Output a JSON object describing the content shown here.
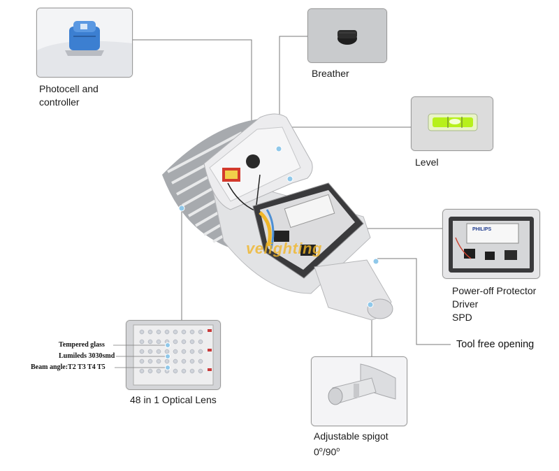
{
  "callouts": {
    "photocell": {
      "lines": [
        "Photocell and",
        "controller"
      ],
      "icon": "photocell-icon"
    },
    "breather": {
      "lines": [
        "Breather"
      ],
      "icon": "breather-icon"
    },
    "level": {
      "lines": [
        "Level"
      ],
      "icon": "level-icon"
    },
    "driver": {
      "lines": [
        "Power-off Protector",
        "Driver",
        "SPD"
      ],
      "icon": "driver-icon"
    },
    "tool_free": {
      "text": "Tool free opening"
    },
    "lens": {
      "caption": "48 in 1 Optical Lens",
      "icon": "lens-icon"
    },
    "spigot": {
      "line1": "Adjustable spigot",
      "angle_a": "0",
      "angle_b": "90",
      "deg": "o",
      "sep": "/"
    }
  },
  "lens_labels": [
    "Tempered glass",
    "Lumileds 3030smd",
    "Beam angle:T2 T3 T4 T5"
  ],
  "driver_brand": "PHILIPS",
  "watermark": "velighting",
  "colors": {
    "leader": "#7a7a7a",
    "dot": "#8fc8ea",
    "housing": "#e4e4e6",
    "fins": "#9ea1a6",
    "level_vial": "#b7f01b",
    "photocell_blue": "#3c7fd1"
  }
}
